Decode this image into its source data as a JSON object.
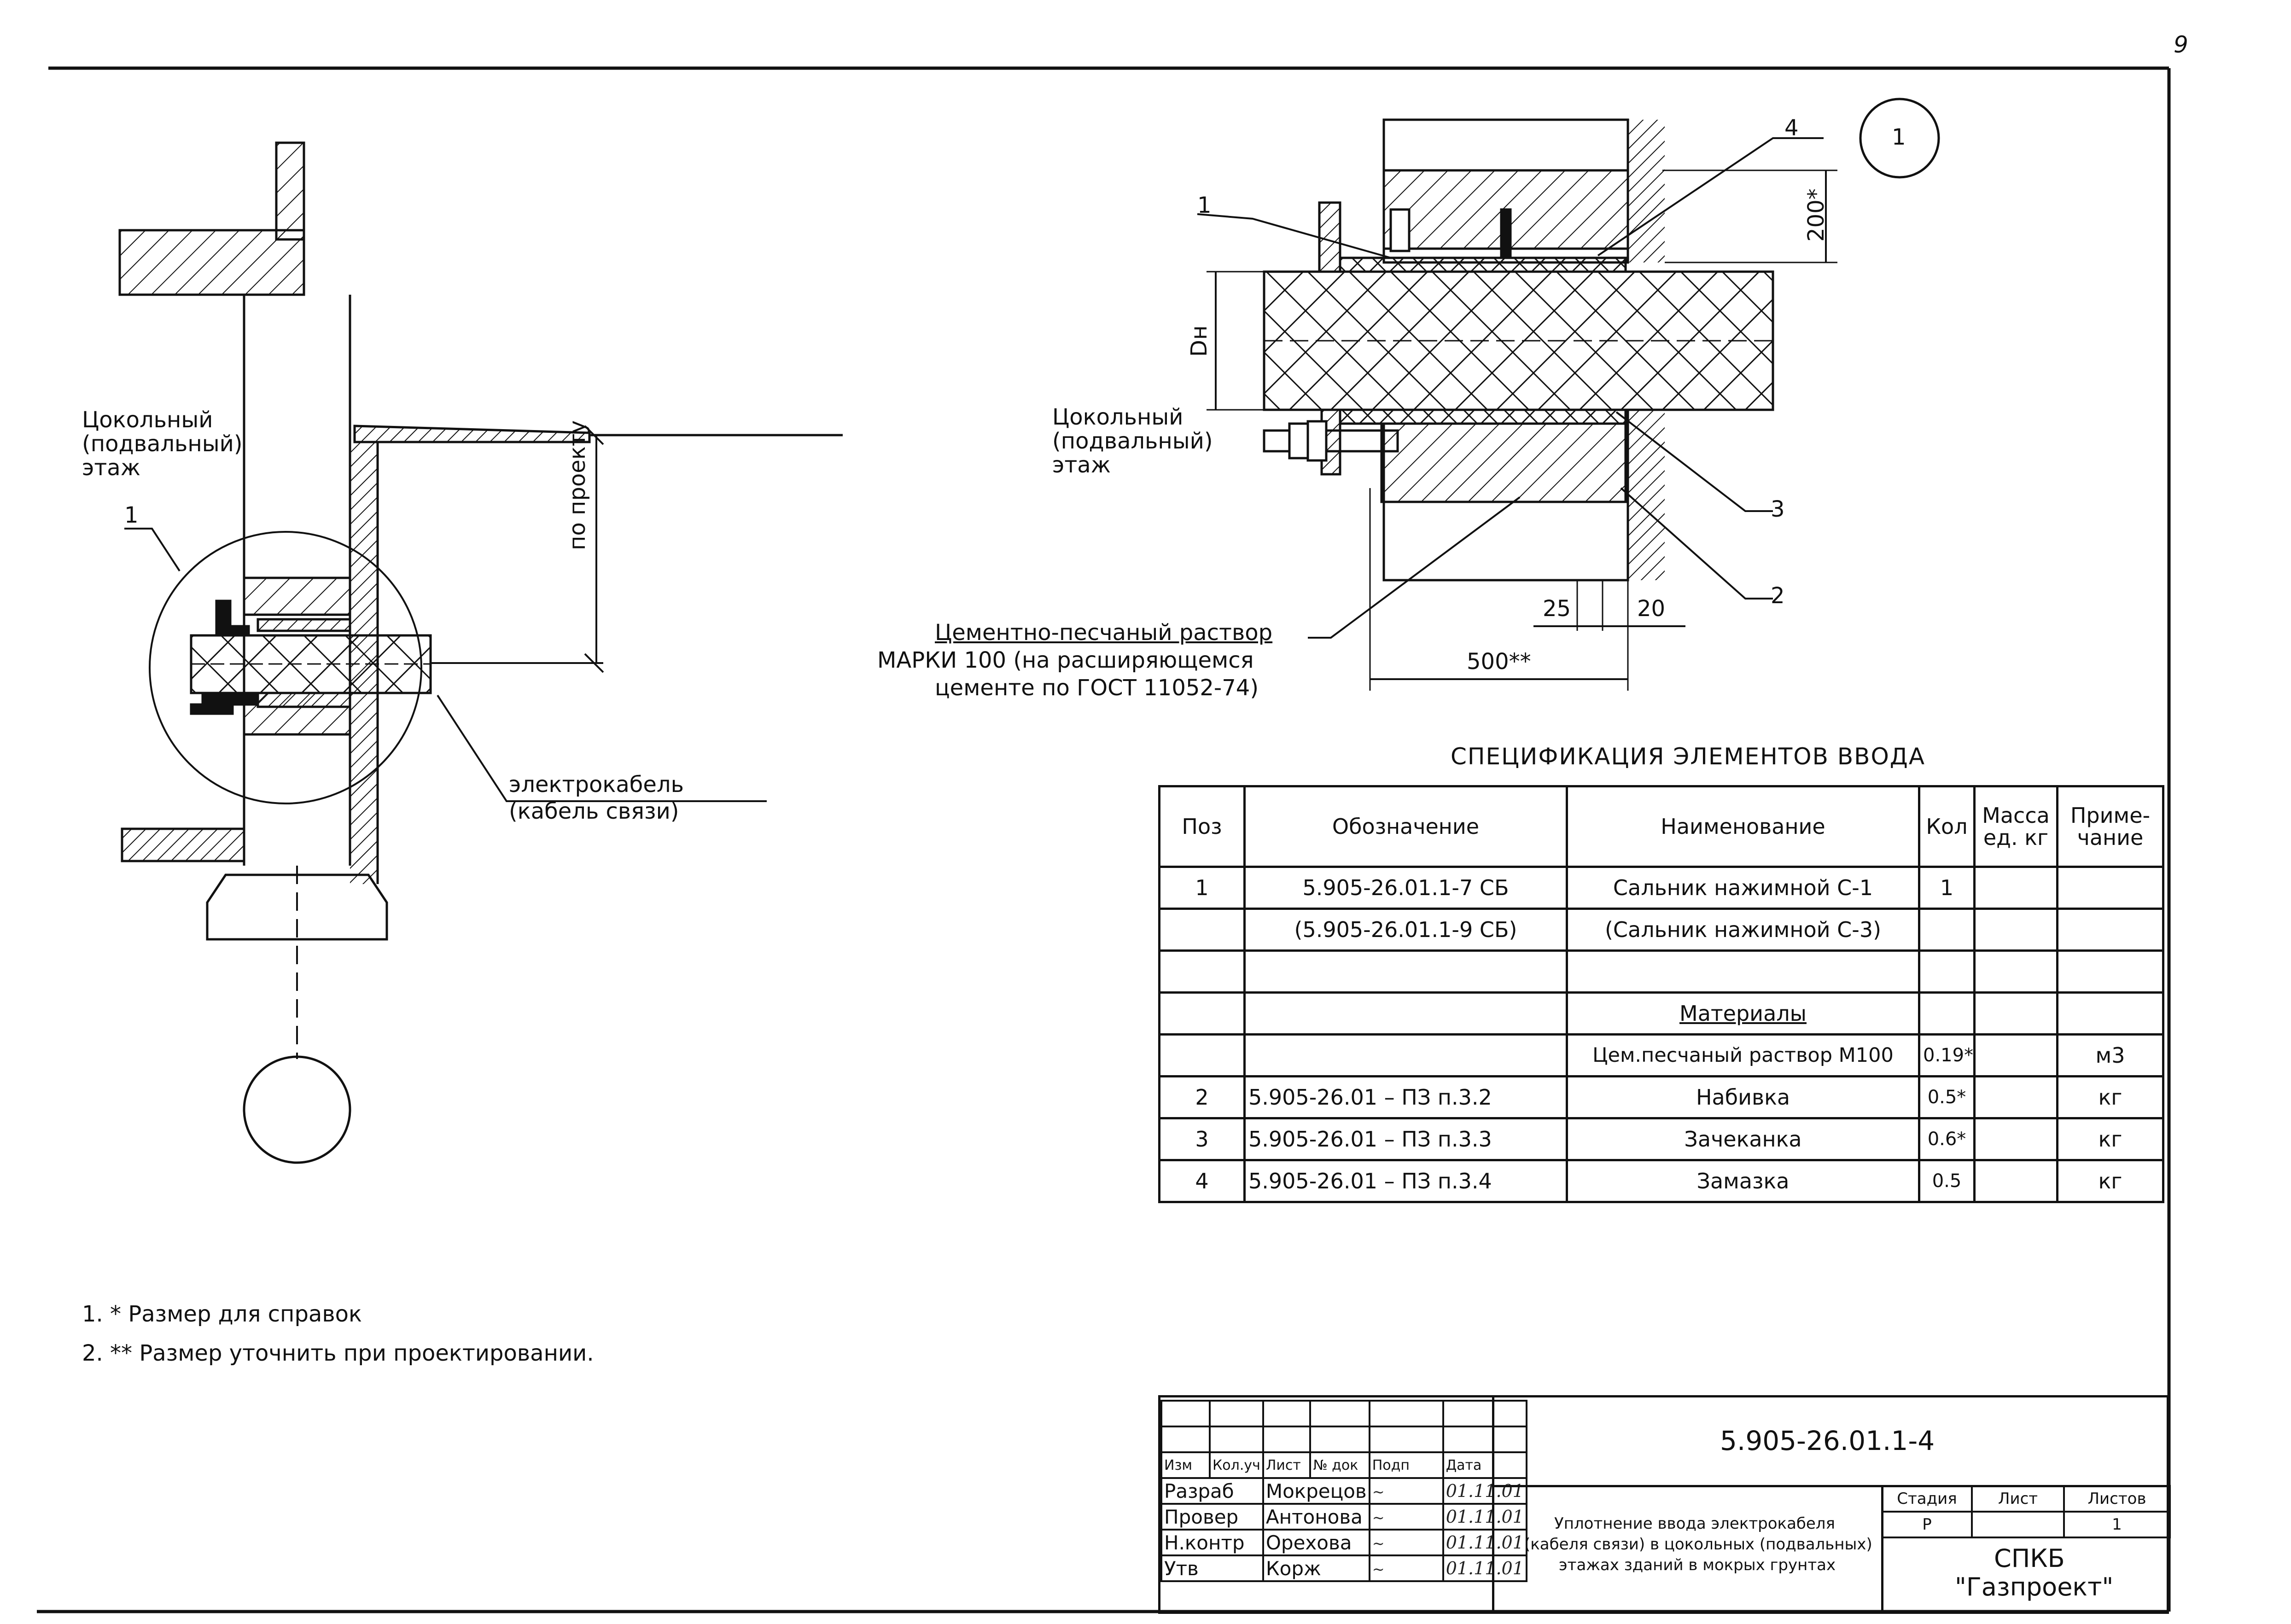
{
  "page_number": "9",
  "left_detail": {
    "floor_label": [
      "Цокольный",
      "(подвальный)",
      "этаж"
    ],
    "callout_number": "1",
    "depth_label": "по проекту",
    "cable_label": [
      "электрокабель",
      "(кабель связи)"
    ]
  },
  "detail_view": {
    "circle_number": "1",
    "floor_label": [
      "Цокольный",
      "(подвальный)",
      "этаж"
    ],
    "dn_label": "Dн",
    "dim_200": "200*",
    "dim_25": "25",
    "dim_20": "20",
    "dim_500": "500**",
    "pos_1": "1",
    "pos_2": "2",
    "pos_3": "3",
    "pos_4": "4",
    "mortar_note": [
      "Цементно-песчаный раствор",
      "МАРКИ  100 (на расширяющемся",
      "цементе по ГОСТ 11052-74)"
    ]
  },
  "spec_table": {
    "title": "СПЕЦИФИКАЦИЯ ЭЛЕМЕНТОВ ВВОДА",
    "headers": {
      "pos": "Поз",
      "designation": "Обозначение",
      "name": "Наименование",
      "qty": "Кол",
      "mass": [
        "Масса",
        "ед. кг"
      ],
      "note": [
        "Приме-",
        "чание"
      ]
    },
    "rows": [
      {
        "pos": "1",
        "designation": "5.905-26.01.1-7 СБ",
        "name": "Сальник нажимной С-1",
        "qty": "1",
        "mass": "",
        "note": ""
      },
      {
        "pos": "",
        "designation": "(5.905-26.01.1-9 СБ)",
        "name": "(Сальник нажимной С-3)",
        "qty": "",
        "mass": "",
        "note": ""
      },
      {
        "pos": "",
        "designation": "",
        "name": "",
        "qty": "",
        "mass": "",
        "note": ""
      },
      {
        "pos": "",
        "designation": "",
        "name": "Материалы",
        "qty": "",
        "mass": "",
        "note": "",
        "underline": true
      },
      {
        "pos": "",
        "designation": "",
        "name": "Цем.песчаный раствор М100",
        "qty": "0.19*",
        "mass": "",
        "note": "м3"
      },
      {
        "pos": "2",
        "designation": "5.905-26.01 – ПЗ п.3.2",
        "name": "Набивка",
        "qty": "0.5*",
        "mass": "",
        "note": "кг"
      },
      {
        "pos": "3",
        "designation": "5.905-26.01 – ПЗ п.3.3",
        "name": "Зачеканка",
        "qty": "0.6*",
        "mass": "",
        "note": "кг"
      },
      {
        "pos": "4",
        "designation": "5.905-26.01 – ПЗ п.3.4",
        "name": "Замазка",
        "qty": "0.5",
        "mass": "",
        "note": "кг"
      }
    ]
  },
  "notes": [
    "1. * Размер для справок",
    "2. ** Размер уточнить при проектировании."
  ],
  "title_block": {
    "doc_code": "5.905-26.01.1-4",
    "col_headers": [
      "Изм",
      "Кол.уч",
      "Лист",
      "№ док",
      "Подп",
      "Дата"
    ],
    "signers": [
      {
        "role": "Разраб",
        "name": "Мокрецов",
        "date": "01.11.01"
      },
      {
        "role": "Провер",
        "name": "Антонова",
        "date": "01.11.01"
      },
      {
        "role": "Н.контр",
        "name": "Орехова",
        "date": "01.11.01"
      },
      {
        "role": "Утв",
        "name": "Корж",
        "date": "01.11.01"
      }
    ],
    "description": [
      "Уплотнение ввода электрокабеля",
      "(кабеля связи) в цокольных (подвальных)",
      "этажах зданий в мокрых грунтах"
    ],
    "stage_label": "Стадия",
    "sheet_label": "Лист",
    "sheets_label": "Листов",
    "stage": "Р",
    "sheet": "",
    "sheets": "1",
    "org": [
      "СПКБ",
      "\"Газпроект\""
    ]
  }
}
